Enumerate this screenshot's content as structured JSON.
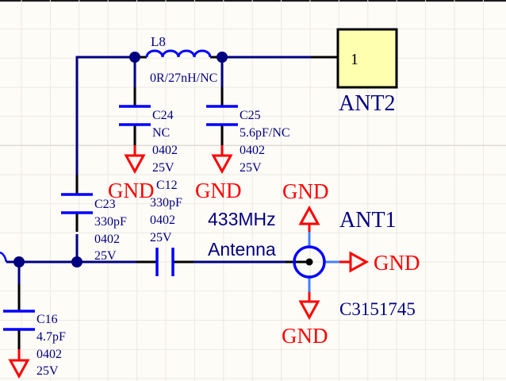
{
  "app": {
    "view": "schematic-sheet"
  },
  "colors": {
    "background": "#fefcf7",
    "grid": "#ece9e3",
    "grid_major": "#dedbd5",
    "wire": "#000080",
    "component": "#0000ff",
    "pin": "#000000",
    "text": "#000080",
    "power": "#ff0000",
    "connector_fill": "#ffffb0",
    "coax_pin": "#4080ff"
  },
  "components": {
    "L8": {
      "designator": "L8",
      "value": "0R/27nH/NC"
    },
    "C24": {
      "designator": "C24",
      "value": "NC",
      "package": "0402",
      "voltage": "25V"
    },
    "C25": {
      "designator": "C25",
      "value": "5.6pF/NC",
      "package": "0402",
      "voltage": "25V"
    },
    "C23": {
      "designator": "C23",
      "value": "330pF",
      "package": "0402",
      "voltage": "25V"
    },
    "C12": {
      "designator": "C12",
      "value": "330pF",
      "package": "0402",
      "voltage": "25V"
    },
    "C16": {
      "designator": "C16",
      "value": "4.7pF",
      "package": "0402",
      "voltage": "25V"
    },
    "ANT2": {
      "designator": "ANT2",
      "pin": "1"
    },
    "ANT1": {
      "designator": "ANT1",
      "part": "C3151745"
    }
  },
  "net_label": {
    "line1": "433MHz",
    "line2": "Antenna"
  },
  "power_ports": {
    "gnd_c24": "GND",
    "gnd_c25": "GND",
    "gnd_ant1_top": "GND",
    "gnd_ant1_right": "GND",
    "gnd_ant1_bottom": "GND"
  }
}
